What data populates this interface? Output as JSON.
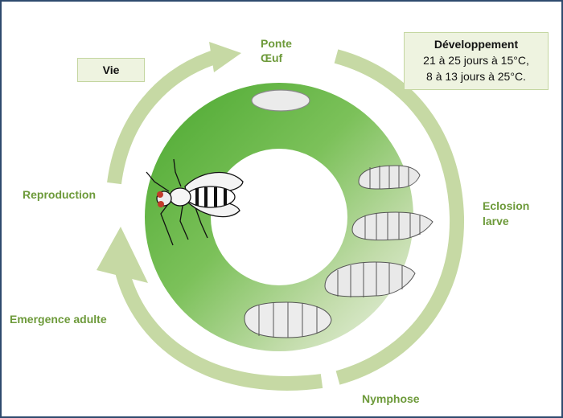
{
  "labels": {
    "ponte": "Ponte",
    "oeuf": "Œuf",
    "vie": "Vie",
    "reproduction": "Reproduction",
    "emergence": "Emergence adulte",
    "eclosion": "Eclosion",
    "larve": "larve",
    "nymphose": "Nymphose"
  },
  "development": {
    "title": "Développement",
    "line1": "21 à 25 jours à 15°C,",
    "line2": "8 à 13 jours à 25°C."
  },
  "colors": {
    "ring_dark": "#5bb43a",
    "ring_light": "#dde9cd",
    "arrow": "#c6d9a4",
    "label_text": "#6d9a3a",
    "frame": "#2e4a6e"
  }
}
